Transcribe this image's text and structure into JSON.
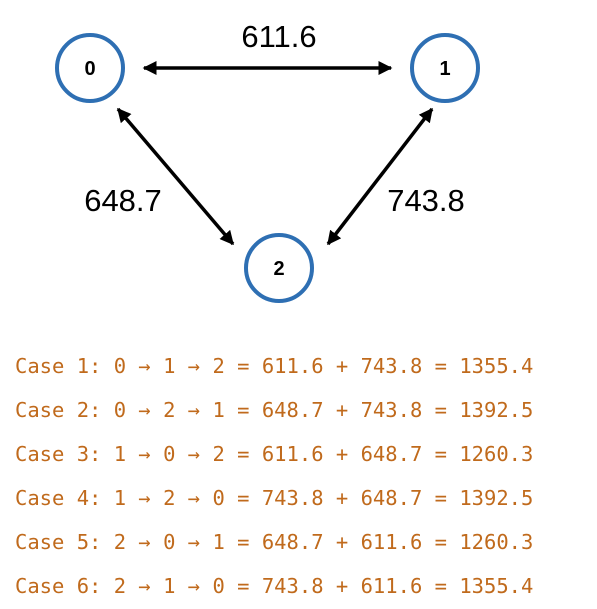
{
  "colors": {
    "node_stroke": "#2e6fb3",
    "edge": "#000000",
    "case_text": "#c06a1c"
  },
  "graph": {
    "nodes": [
      {
        "id": "0",
        "label": "0"
      },
      {
        "id": "1",
        "label": "1"
      },
      {
        "id": "2",
        "label": "2"
      }
    ],
    "edges": [
      {
        "from": "0",
        "to": "1",
        "weight": "611.6",
        "bidirectional": true
      },
      {
        "from": "0",
        "to": "2",
        "weight": "648.7",
        "bidirectional": true
      },
      {
        "from": "1",
        "to": "2",
        "weight": "743.8",
        "bidirectional": true
      }
    ]
  },
  "cases": [
    "Case 1: 0 → 1 → 2 = 611.6 + 743.8 = 1355.4",
    "Case 2: 0 → 2 → 1 = 648.7 + 743.8 = 1392.5",
    "Case 3: 1 → 0 → 2 = 611.6 + 648.7 = 1260.3",
    "Case 4: 1 → 2 → 0 = 743.8 + 648.7 = 1392.5",
    "Case 5: 2 → 0 → 1 = 648.7 + 611.6 = 1260.3",
    "Case 6: 2 → 1 → 0 = 743.8 + 611.6 = 1355.4"
  ]
}
